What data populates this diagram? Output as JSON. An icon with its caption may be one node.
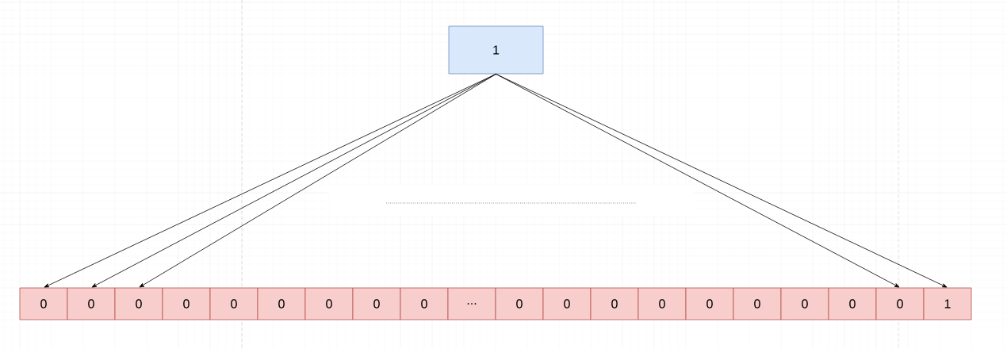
{
  "diagram": {
    "nodes": [
      {
        "text": [
          "1"
        ]
      },
      {
        "text": [
          "0"
        ]
      },
      {
        "text": [
          "0"
        ]
      },
      {
        "text": [
          "0"
        ]
      },
      {
        "text": [
          "0"
        ]
      },
      {
        "text": [
          "0"
        ]
      },
      {
        "text": [
          "0"
        ]
      },
      {
        "text": [
          "0"
        ]
      },
      {
        "text": [
          "0"
        ]
      },
      {
        "text": [
          "0"
        ]
      },
      {
        "text": [
          "..."
        ]
      },
      {
        "text": [
          "0"
        ]
      },
      {
        "text": [
          "0"
        ]
      },
      {
        "text": [
          "0"
        ]
      },
      {
        "text": [
          "0"
        ]
      },
      {
        "text": [
          "0"
        ]
      },
      {
        "text": [
          "0"
        ]
      },
      {
        "text": [
          "0"
        ]
      },
      {
        "text": [
          "0"
        ]
      },
      {
        "text": [
          "0"
        ]
      },
      {
        "text": [
          "1"
        ]
      }
    ],
    "edges": [
      {
        "from": 0,
        "to": 1,
        "arrow": "to"
      },
      {
        "from": 0,
        "to": 2,
        "arrow": "to"
      },
      {
        "from": 0,
        "to": 3,
        "arrow": "to"
      },
      {
        "from": 0,
        "to": 19,
        "arrow": "to"
      },
      {
        "from": 0,
        "to": 20,
        "arrow": "to"
      }
    ]
  }
}
